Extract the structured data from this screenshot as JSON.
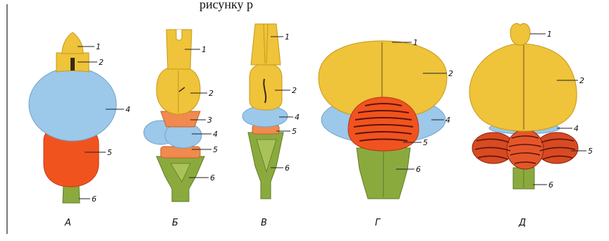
{
  "header_text": "рисунку    р",
  "colors": {
    "yellow": "#EFC33A",
    "yellow_edge": "#C69A19",
    "blue": "#9CC8EA",
    "blue_edge": "#6FA3CF",
    "orange": "#F1531F",
    "orange_light": "#F08A4E",
    "green": "#8BAA3E",
    "green_edge": "#5E7C25",
    "dark_red": "#B5331A"
  },
  "diagrams": [
    {
      "caption": "А",
      "labels": [
        "1",
        "2",
        "4",
        "5",
        "6"
      ]
    },
    {
      "caption": "Б",
      "labels": [
        "1",
        "2",
        "3",
        "4",
        "5",
        "6"
      ]
    },
    {
      "caption": "В",
      "labels": [
        "1",
        "2",
        "4",
        "5",
        "6"
      ]
    },
    {
      "caption": "Г",
      "labels": [
        "1",
        "2",
        "4",
        "5",
        "6"
      ]
    },
    {
      "caption": "Д",
      "labels": [
        "1",
        "2",
        "4",
        "5",
        "6"
      ]
    }
  ]
}
